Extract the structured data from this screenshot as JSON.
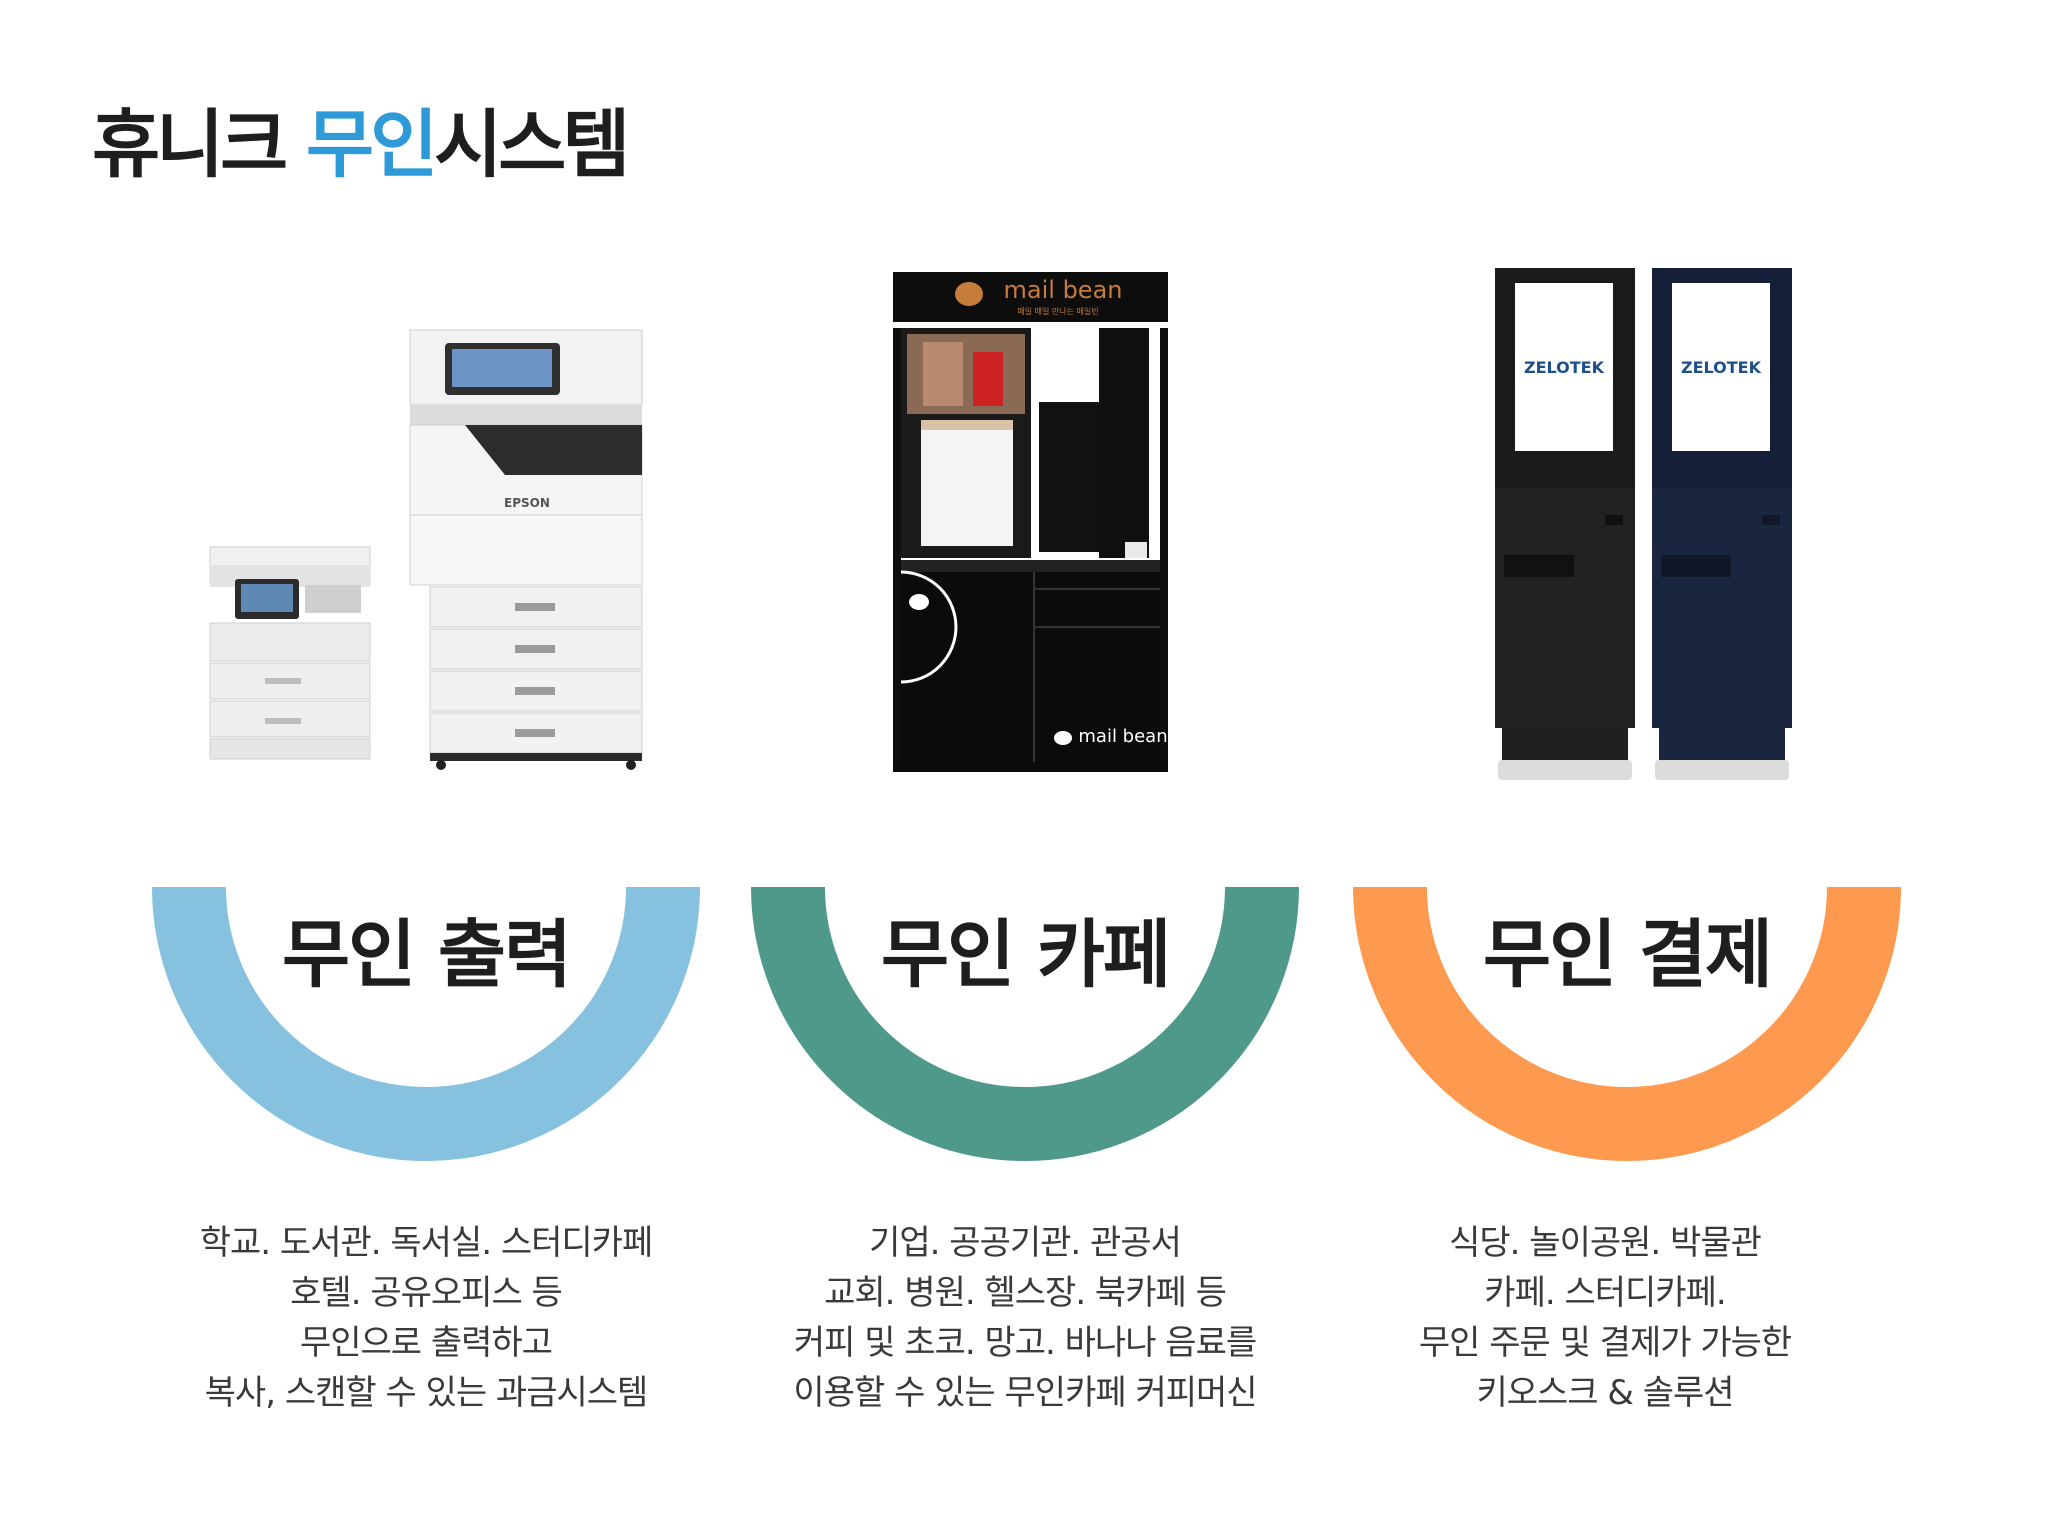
{
  "title": {
    "part1": "휴니크 ",
    "highlight": "무인",
    "part2": "시스템"
  },
  "colors": {
    "accent": "#2e9ad8",
    "print": "#87c1e0",
    "cafe": "#4f998b",
    "pay": "#fe9a4f"
  },
  "products": {
    "printer": {
      "brand": "EPSON"
    },
    "cafe": {
      "brand": "mail bean",
      "tagline": "매일 매일 만나는 메일빈"
    },
    "kiosk": {
      "brand": "ZELOTEK"
    }
  },
  "sections": [
    {
      "label": "무인 출력",
      "lines": [
        "학교. 도서관. 독서실. 스터디카페",
        "호텔. 공유오피스 등",
        "무인으로 출력하고",
        "복사, 스캔할 수 있는 과금시스템"
      ]
    },
    {
      "label": "무인 카페",
      "lines": [
        "기업. 공공기관. 관공서",
        "교회. 병원. 헬스장. 북카페 등",
        "커피 및 초코. 망고. 바나나 음료를",
        "이용할 수 있는 무인카페 커피머신"
      ]
    },
    {
      "label": "무인 결제",
      "lines": [
        "식당. 놀이공원. 박물관",
        "카페. 스터디카페.",
        "무인 주문 및 결제가 가능한",
        "키오스크 & 솔루션"
      ]
    }
  ]
}
